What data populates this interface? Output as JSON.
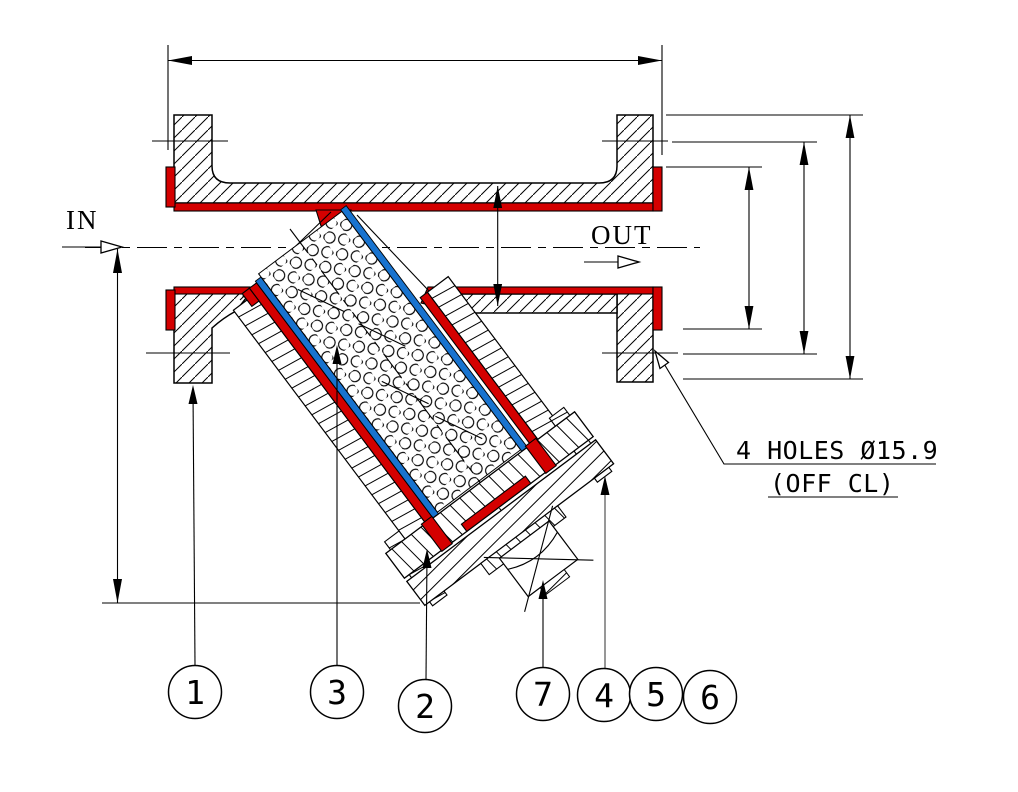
{
  "drawing": {
    "type": "y-strainer-cross-section",
    "flow_labels": {
      "inlet": "IN",
      "outlet": "OUT"
    },
    "note": {
      "line1": "4 HOLES Ø15.9",
      "line2": "(OFF CL)"
    },
    "balloons": [
      {
        "label": "1"
      },
      {
        "label": "3"
      },
      {
        "label": "2"
      },
      {
        "label": "7"
      },
      {
        "label": "4"
      },
      {
        "label": "5"
      },
      {
        "label": "6"
      }
    ],
    "colors": {
      "lining_red": "#d40000",
      "screen_blue": "#1873cf",
      "line_black": "#000000",
      "leader_gray": "#7d7d7d",
      "background": "#ffffff"
    }
  }
}
